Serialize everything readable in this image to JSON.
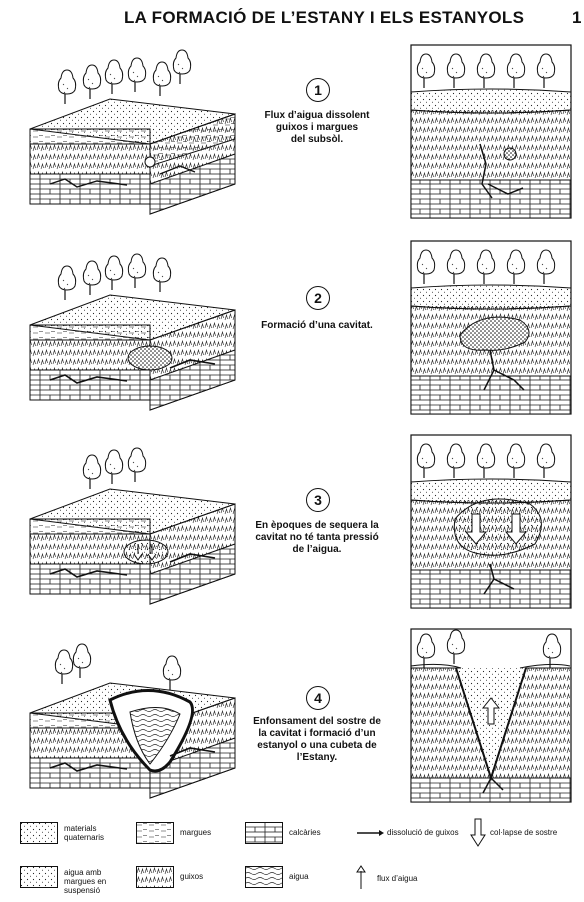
{
  "header": {
    "title": "LA FORMACIÓ DE L’ESTANY I ELS ESTANYOLS",
    "page_number": "1"
  },
  "steps": [
    {
      "number": "1",
      "lines": [
        "Flux d’aigua dissolent",
        "guixos i margues",
        "del subsòl."
      ]
    },
    {
      "number": "2",
      "lines": [
        "Formació d’una cavitat."
      ]
    },
    {
      "number": "3",
      "lines": [
        "En èpoques de sequera la",
        "cavitat no té tanta pressió",
        "de l’aigua."
      ]
    },
    {
      "number": "4",
      "lines": [
        "Enfonsament del sostre de",
        "la cavitat i formació d’un",
        "estanyol o una cubeta de",
        "l’Estany."
      ]
    }
  ],
  "legend": {
    "materials_quaternaris": [
      "materials",
      "quaternaris"
    ],
    "margues": "margues",
    "calcaries": "calcàries",
    "dissolucio": "dissolució de guixos",
    "col_lapse": "col·lapse de sostre",
    "aigua_susp": [
      "aigua amb",
      "margues en",
      "suspensió"
    ],
    "guixos": "guixos",
    "aigua": "aigua",
    "flux": "flux d’aigua"
  }
}
